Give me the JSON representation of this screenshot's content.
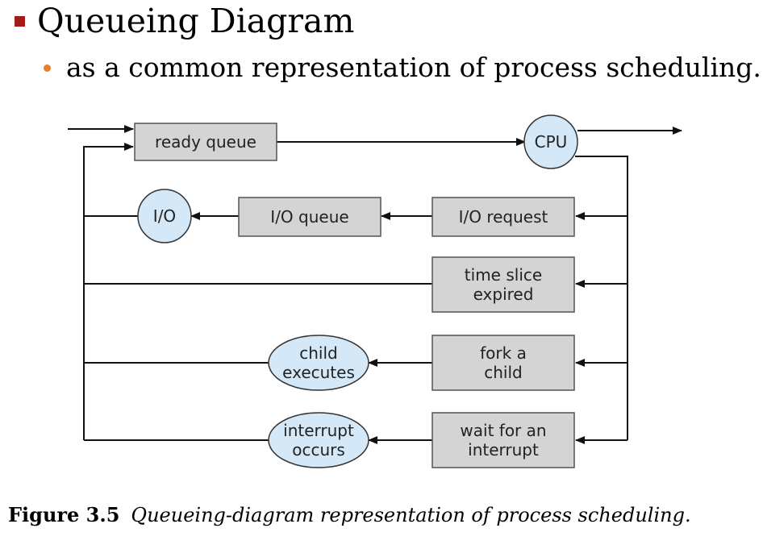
{
  "header": {
    "title": "Queueing Diagram",
    "subtitle": "as a common representation of process scheduling."
  },
  "diagram": {
    "ready_queue": "ready queue",
    "cpu": "CPU",
    "io": "I/O",
    "io_queue": "I/O queue",
    "io_request": "I/O request",
    "time_slice": [
      "time slice",
      "expired"
    ],
    "fork_child": [
      "fork a",
      "child"
    ],
    "child_executes": [
      "child",
      "executes"
    ],
    "wait_interrupt": [
      "wait for an",
      "interrupt"
    ],
    "interrupt_occurs": [
      "interrupt",
      "occurs"
    ]
  },
  "caption": {
    "figure": "Figure 3.5",
    "text": "Queueing-diagram representation of process scheduling."
  },
  "colors": {
    "box_fill": "#d4d4d4",
    "circle_fill": "#d5e8f8",
    "title_bullet": "#a31c1c",
    "sub_bullet": "#e0822c"
  }
}
